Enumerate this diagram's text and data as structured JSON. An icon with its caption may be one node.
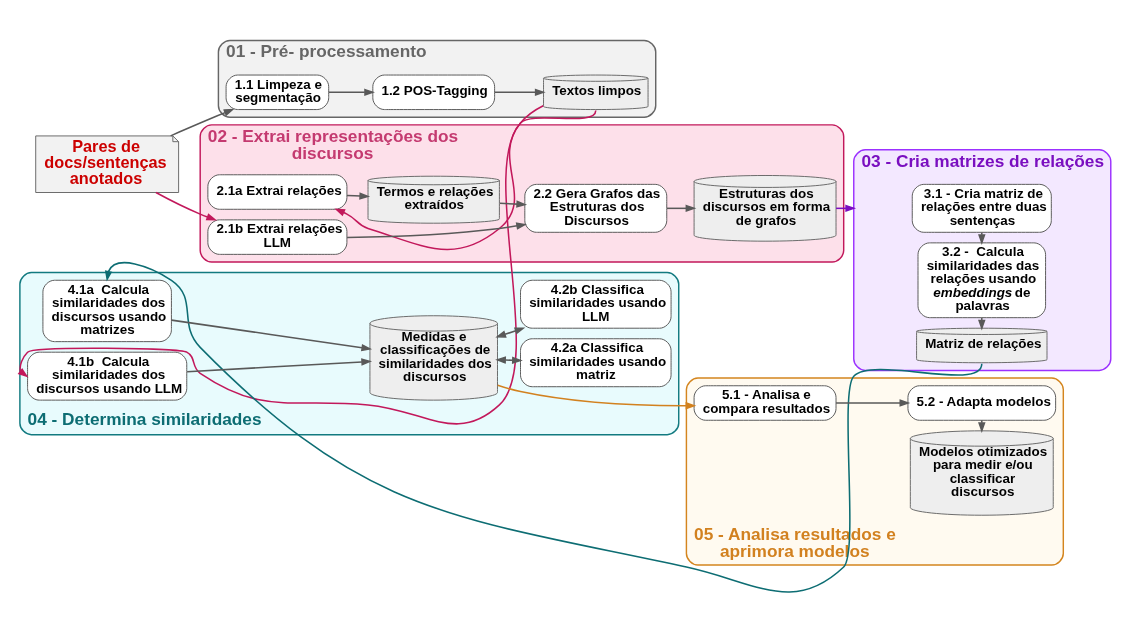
{
  "diagram": {
    "nodes": [
      {
        "text": [
          "Pares de docs/sentenças anotados"
        ]
      },
      {
        "text": [
          "01 - Pré- processamento"
        ]
      },
      {
        "text": [
          "1.1 Limpeza e segmentação"
        ],
        "in": 1
      },
      {
        "text": [
          "1.2 POS-Tagging"
        ],
        "in": 1
      },
      {
        "text": [
          "Textos limpos"
        ],
        "in": 1
      },
      {
        "text": [
          "02 - Extrai representações dos discursos"
        ]
      },
      {
        "text": [
          "2.1a Extrai relações"
        ],
        "in": 5
      },
      {
        "text": [
          "2.1b Extrai relações LLM"
        ],
        "in": 5
      },
      {
        "text": [
          "Termos e relações extraídos"
        ],
        "in": 5
      },
      {
        "text": [
          "2.2 Gera Grafos das Estruturas dos Discursos"
        ],
        "in": 5
      },
      {
        "text": [
          "Estruturas dos discursos em forma de grafos"
        ],
        "in": 5
      },
      {
        "text": [
          "03 - Cria matrizes de relações"
        ]
      },
      {
        "text": [
          "3.1 - Cria matriz de relações entre duas sentenças"
        ],
        "in": 11
      },
      {
        "text": [
          "3.2 -  Calcula similaridades das relações usando *embeddings* de palavras"
        ],
        "in": 11
      },
      {
        "text": [
          "Matriz de relações"
        ],
        "in": 11
      },
      {
        "text": [
          "04 - Determina similaridades"
        ]
      },
      {
        "text": [
          "4.1a  Calcula similaridades dos discursos usando matrizes"
        ],
        "in": 15
      },
      {
        "text": [
          "4.1b  Calcula similaridades dos discursos usando LLM"
        ],
        "in": 15
      },
      {
        "text": [
          "Medidas e classificações de similaridades dos discursos"
        ],
        "in": 15
      },
      {
        "text": [
          "4.2a Classifica similaridades usando matriz"
        ],
        "in": 15
      },
      {
        "text": [
          "4.2b Classifica similaridades usando LLM"
        ],
        "in": 15
      },
      {
        "text": [
          "05 - Analisa resultados e aprimora modelos"
        ]
      },
      {
        "text": [
          "5.1 - Analisa e compara resultados"
        ],
        "in": 21
      },
      {
        "text": [
          "5.2 - Adapta modelos"
        ],
        "in": 21
      },
      {
        "text": [
          "Modelos otimizados para medir e/ou classificar discursos"
        ],
        "in": 21
      }
    ],
    "edges": [
      {
        "from": 0,
        "to": 2,
        "arrow": "to"
      },
      {
        "from": 2,
        "to": 3,
        "arrow": "to"
      },
      {
        "from": 3,
        "to": 4,
        "arrow": "to"
      },
      {
        "from": 4,
        "to": 6,
        "arrow": "to",
        "color": "#c2185b"
      },
      {
        "from": 4,
        "to": 17,
        "arrow": "to",
        "color": "#c2185b"
      },
      {
        "from": 0,
        "to": 7,
        "arrow": "to",
        "color": "#c2185b"
      },
      {
        "from": 6,
        "to": 8,
        "arrow": "to"
      },
      {
        "from": 8,
        "to": 9,
        "arrow": "to"
      },
      {
        "from": 7,
        "to": 9,
        "arrow": "to"
      },
      {
        "from": 9,
        "to": 10,
        "arrow": "to"
      },
      {
        "from": 10,
        "to": 11,
        "arrow": "to",
        "color": "#7a0fc0"
      },
      {
        "from": 12,
        "to": 13,
        "arrow": "to"
      },
      {
        "from": 13,
        "to": 14,
        "arrow": "to"
      },
      {
        "from": 14,
        "to": 16,
        "arrow": "to",
        "color": "#0d6d73"
      },
      {
        "from": 16,
        "to": 18,
        "arrow": "to"
      },
      {
        "from": 17,
        "to": 18,
        "arrow": "to"
      },
      {
        "from": 19,
        "to": 18,
        "arrow": "both"
      },
      {
        "from": 20,
        "to": 18,
        "arrow": "both"
      },
      {
        "from": 18,
        "to": 22,
        "arrow": "to",
        "color": "#d2811f"
      },
      {
        "from": 22,
        "to": 23,
        "arrow": "to"
      },
      {
        "from": 23,
        "to": 24,
        "arrow": "to"
      }
    ]
  }
}
